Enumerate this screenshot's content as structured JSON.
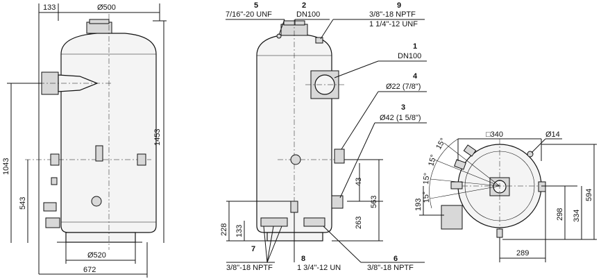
{
  "views": {
    "front": {
      "dims": {
        "flange_offset": "133",
        "top_diameter": "Ø500",
        "height_total": "1453",
        "height_1043": "1043",
        "height_543": "543",
        "base_diameter": "Ø520",
        "width_total": "672"
      }
    },
    "side": {
      "callouts": [
        {
          "num": "5",
          "spec": "7/16\"-20 UNF"
        },
        {
          "num": "2",
          "spec": "DN100"
        },
        {
          "num": "9",
          "spec": "3/8\"-18 NPTF",
          "spec2": "1 1/4\"-12 UNF"
        },
        {
          "num": "1",
          "spec": "DN100"
        },
        {
          "num": "4",
          "spec": "Ø22 (7/8\")"
        },
        {
          "num": "3",
          "spec": "Ø42 (1 5/8\")"
        },
        {
          "num": "7",
          "spec": "3/8\"-18 NPTF"
        },
        {
          "num": "8",
          "spec": "1 3/4\"-12 UN"
        },
        {
          "num": "6",
          "spec": "3/8\"-18 NPTF"
        }
      ],
      "dims": {
        "h43": "43",
        "h563": "563",
        "h263": "263",
        "h228": "228",
        "h133": "133"
      }
    },
    "top": {
      "dims": {
        "square": "□340",
        "hole": "Ø14",
        "a15_1": "15°",
        "a15_2": "15°",
        "a15_3": "15°",
        "a15_4": "15°",
        "h193": "193",
        "h298": "298",
        "h334": "334",
        "h594": "594",
        "w289": "289"
      }
    }
  }
}
